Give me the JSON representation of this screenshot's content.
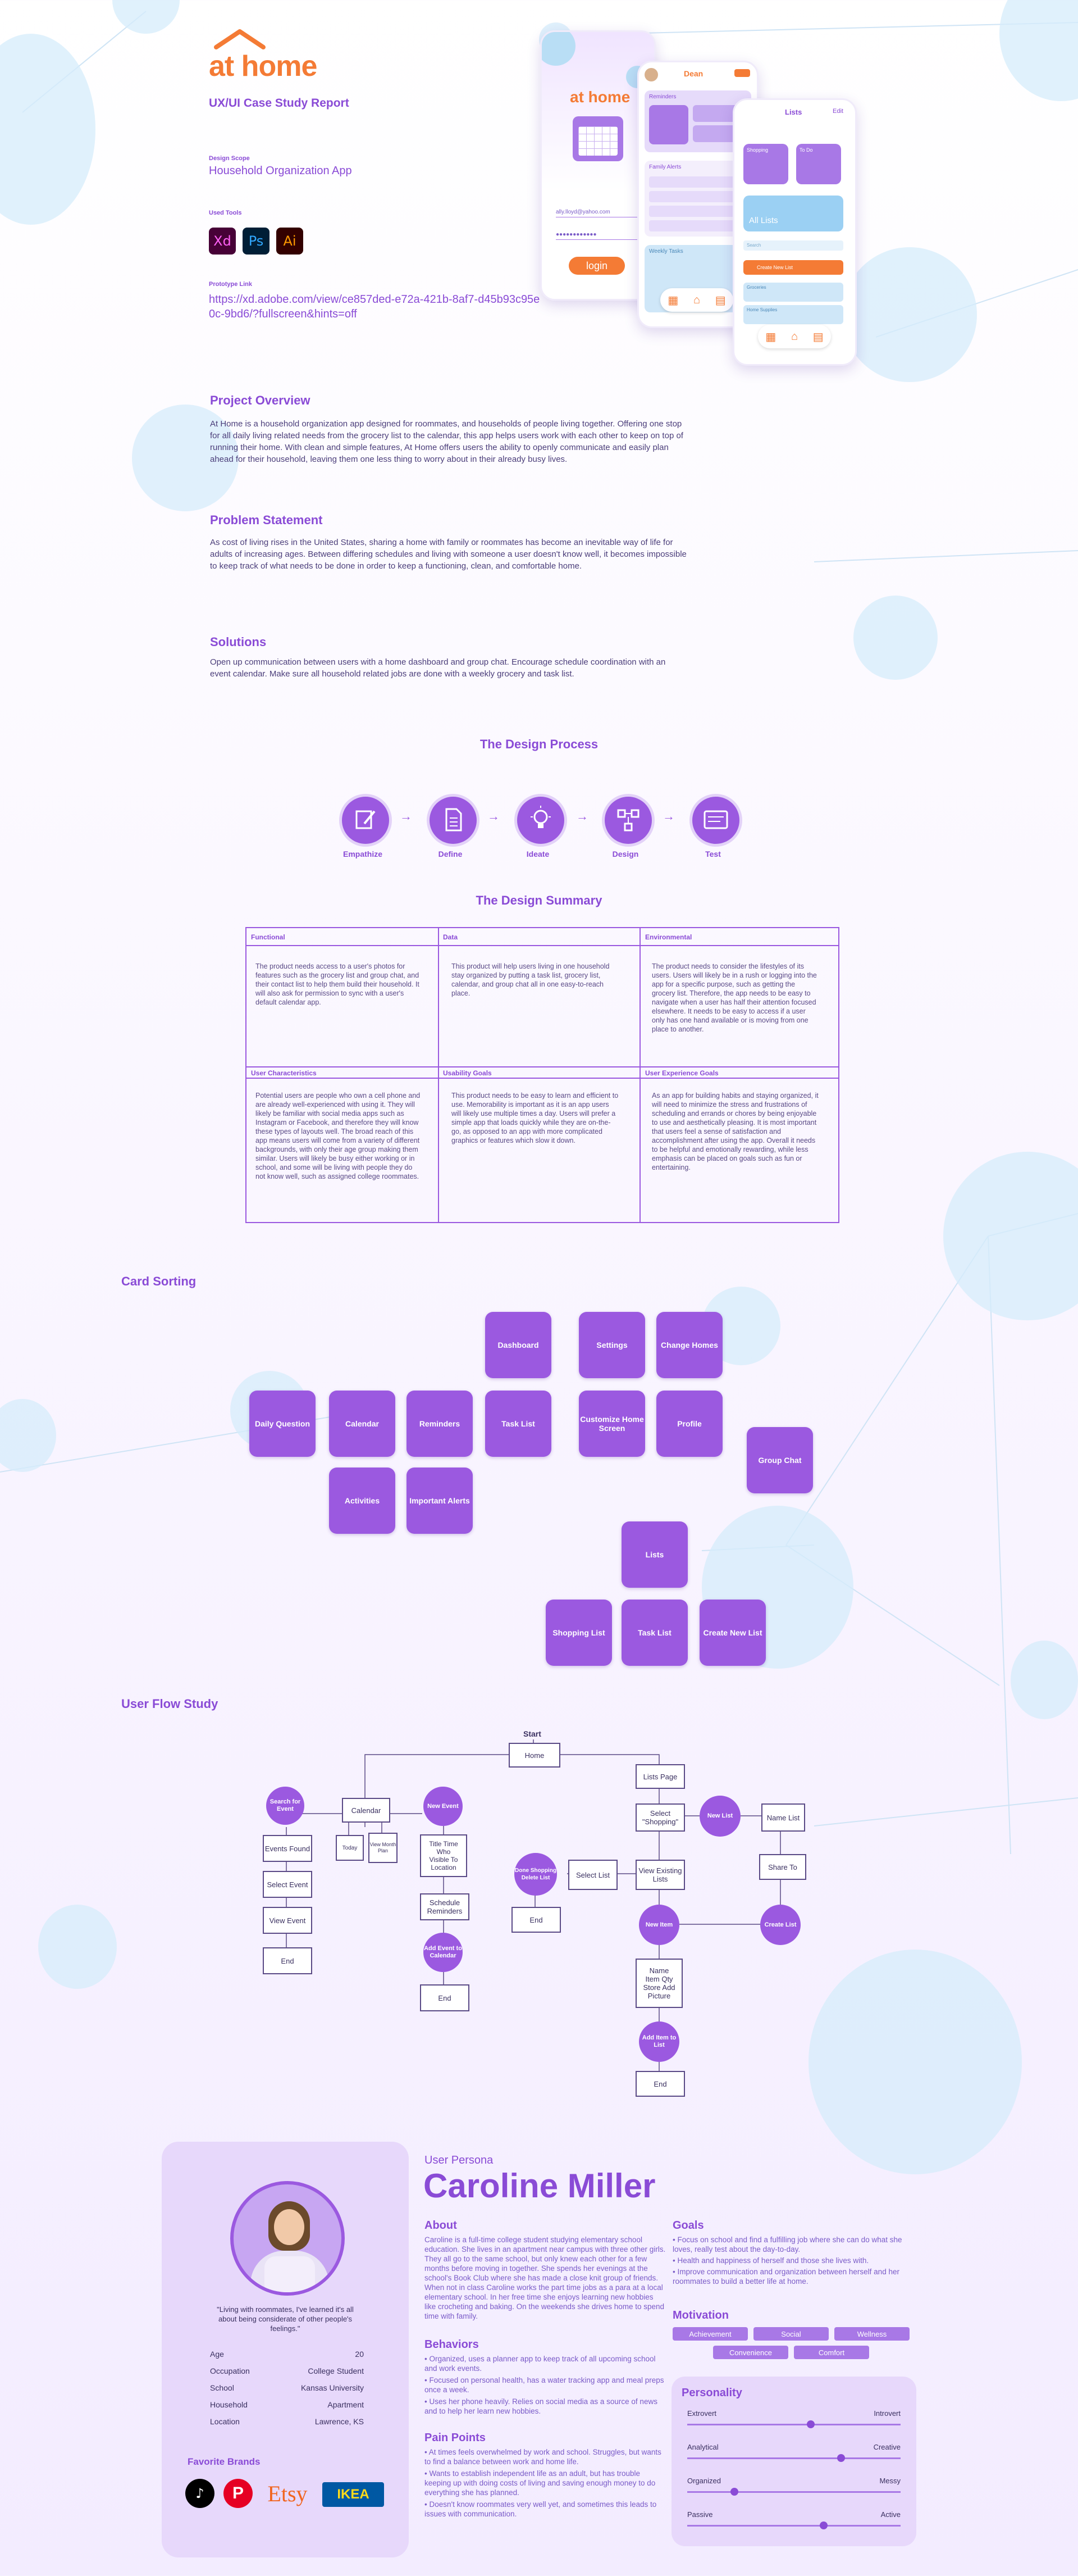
{
  "header": {
    "logo": "at home",
    "subtitle": "UX/UI Case Study Report",
    "design_scope_label": "Design Scope",
    "design_scope_value": "Household Organization App",
    "used_tools_label": "Used Tools",
    "tools": [
      {
        "name": "xd-icon",
        "text": "Xd",
        "color": "#ff61f6",
        "bg": "#470137"
      },
      {
        "name": "ps-icon",
        "text": "Ps",
        "color": "#31a8ff",
        "bg": "#001e36"
      },
      {
        "name": "ai-icon",
        "text": "Ai",
        "color": "#ff9a00",
        "bg": "#330000"
      }
    ],
    "prototype_label": "Prototype Link",
    "prototype_link": "https://xd.adobe.com/view/ce857ded-e72a-421b-8af7-d45b93c95e0c-9bd6/?fullscreen&hints=off"
  },
  "phones": {
    "login": {
      "email": "ally.lloyd@yahoo.com",
      "password": "●●●●●●●●●●●●",
      "button": "login"
    },
    "dash": {
      "user": "Dean",
      "reminders": "Reminders",
      "family": "Family Alerts",
      "weekly": "Weekly Tasks"
    },
    "lists": {
      "title": "Lists",
      "edit": "Edit",
      "shopping": "Shopping",
      "todo": "To Do",
      "all_lists": "All Lists",
      "search": "Search",
      "create": "Create New List",
      "groceries": "Groceries",
      "home_supplies": "Home Supplies"
    }
  },
  "overview": {
    "title": "Project Overview",
    "text": "At Home is a household organization app designed for roommates, and households of people living together. Offering one stop for all daily living related needs from the grocery list to the calendar, this app helps users work with each other to keep on top of running their home. With clean and simple features, At Home offers users the ability to openly communicate and easily plan ahead for their household, leaving them one less thing to worry about in their already busy lives."
  },
  "problem": {
    "title": "Problem Statement",
    "text": "As cost of living rises in the United States, sharing a home with family or roommates has become an inevitable way of life for adults of increasing ages. Between differing schedules and living with someone a user doesn't know well, it becomes impossible to keep track of what needs to be done in order to keep a functioning, clean, and comfortable home."
  },
  "solutions": {
    "title": "Solutions",
    "text": "Open up communication between users with a home dashboard and group chat. Encourage schedule coordination with an event calendar. Make sure all household related jobs are done with a weekly grocery and task list."
  },
  "design_process": {
    "title": "The Design Process",
    "steps": [
      {
        "label": "Empathize",
        "icon": "pencil-icon"
      },
      {
        "label": "Define",
        "icon": "document-icon"
      },
      {
        "label": "Ideate",
        "icon": "lightbulb-icon"
      },
      {
        "label": "Design",
        "icon": "flow-icon"
      },
      {
        "label": "Test",
        "icon": "test-icon"
      }
    ]
  },
  "design_summary": {
    "title": "The Design Summary",
    "cells": [
      {
        "heading": "Functional",
        "text": "The product needs access to a user's photos for features such as the grocery list and group chat, and their contact list to help them build their household. It will also ask for permission to sync with a user's default calendar app."
      },
      {
        "heading": "Data",
        "text": "This product will help users living in one household stay organized by putting a task list, grocery list, calendar, and group chat all in one easy-to-reach place."
      },
      {
        "heading": "Environmental",
        "text": "The product needs to consider the lifestyles of its users. Users will likely be in a rush or logging into the app for a specific purpose, such as getting the grocery list. Therefore, the app needs to be easy to navigate when a user has half their attention focused elsewhere. It needs to be easy to access if a user only has one hand available or is moving from one place to another."
      },
      {
        "heading": "User Characteristics",
        "text": "Potential users are people who own a cell phone and are already well-experienced with using it. They will likely be familiar with social media apps such as Instagram or Facebook, and therefore they will know these types of layouts well. The broad reach of this app means users will come from a variety of different backgrounds, with only their age group making them similar. Users will likely be busy either working or in school, and some will be living with people they do not know well, such as assigned college roommates."
      },
      {
        "heading": "Usability Goals",
        "text": "This product needs to be easy to learn and efficient to use. Memorability is important as it is an app users will likely use multiple times a day. Users will prefer a simple app that loads quickly while they are on-the-go, as opposed to an app with more complicated graphics or features which slow it down."
      },
      {
        "heading": "User Experience Goals",
        "text": "As an app for building habits and staying organized, it will need to minimize the stress and frustrations of scheduling and errands or chores by being enjoyable to use and aesthetically pleasing. It is most important that users feel a sense of satisfaction and accomplishment after using the app. Overall it needs to be helpful and emotionally rewarding, while less emphasis can be placed on goals such as fun or entertaining."
      }
    ]
  },
  "card_sorting": {
    "title": "Card Sorting",
    "cards": [
      "Dashboard",
      "Settings",
      "Change Homes",
      "Daily Question",
      "Calendar",
      "Reminders",
      "Task List",
      "Customize Home Screen",
      "Profile",
      "Group Chat",
      "Activities",
      "Important Alerts",
      "Lists",
      "Shopping List",
      "Task List",
      "Create New List"
    ]
  },
  "user_flow": {
    "title": "User Flow Study",
    "start": "Start",
    "home": "Home",
    "calendar": "Calendar",
    "search_event": "Search for Event",
    "events_found": "Events Found",
    "select_event": "Select Event",
    "view_event": "View Event",
    "end": "End",
    "today": "Today",
    "view_month": "View Month Plan",
    "new_event": "New Event",
    "event_details": "Title Time Who Visible To Location",
    "schedule_reminders": "Schedule Reminders",
    "add_event": "Add Event to Calendar",
    "lists_page": "Lists Page",
    "select_shopping": "Select \"Shopping\"",
    "new_list": "New List",
    "name_list": "Name List",
    "share_to": "Share To",
    "create_list": "Create List",
    "view_existing": "View Existing Lists",
    "select_list": "Select List",
    "done_shopping": "Done Shopping Delete List",
    "new_item": "New Item",
    "item_details": "Name Item Qty Store Add Picture",
    "add_item": "Add Item to List"
  },
  "persona": {
    "label": "User Persona",
    "name": "Caroline Miller",
    "quote": "\"Living with roommates, I've learned it's all about being considerate of other people's feelings.\"",
    "info": [
      {
        "k": "Age",
        "v": "20"
      },
      {
        "k": "Occupation",
        "v": "College Student"
      },
      {
        "k": "School",
        "v": "Kansas University"
      },
      {
        "k": "Household",
        "v": "Apartment"
      },
      {
        "k": "Location",
        "v": "Lawrence, KS"
      }
    ],
    "brands_title": "Favorite Brands",
    "brands": [
      "TikTok",
      "Pinterest",
      "Etsy",
      "IKEA"
    ],
    "about_title": "About",
    "about": "Caroline is a full-time college student studying elementary school education. She lives in an apartment near campus with three other girls. They all go to the same school, but only knew each other for a few months before moving in together. She spends her evenings at the school's Book Club where she has made a close knit group of friends. When not in class Caroline works the part time jobs as a para at a local elementary school. In her free time she enjoys learning new hobbies like crocheting and baking. On the weekends she drives home to spend time with family.",
    "behaviors_title": "Behaviors",
    "behaviors": [
      "Organized, uses a planner app to keep track of all upcoming school and work events.",
      "Focused on personal health, has a water tracking app and meal preps once a week.",
      "Uses her phone heavily. Relies on social media as a source of news and to help her learn new hobbies."
    ],
    "pain_title": "Pain Points",
    "pain": [
      "At times feels overwhelmed by work and school. Struggles, but wants to find a balance between work and home life.",
      "Wants to establish independent life as an adult, but has trouble keeping up with doing costs of living and saving enough money to do everything she has planned.",
      "Doesn't know roommates very well yet, and sometimes this leads to issues with communication."
    ],
    "goals_title": "Goals",
    "goals": [
      "Focus on school and find a fulfilling job where she can do what she loves, really test about the day-to-day.",
      "Health and happiness of herself and those she lives with.",
      "Improve communication and organization between herself and her roommates to build a better life at home."
    ],
    "motivation_title": "Motivation",
    "motivation": [
      "Achievement",
      "Social",
      "Wellness",
      "Convenience",
      "Comfort"
    ],
    "personality_title": "Personality",
    "personality": [
      {
        "left": "Extrovert",
        "right": "Introvert",
        "value": 0.58
      },
      {
        "left": "Analytical",
        "right": "Creative",
        "value": 0.72
      },
      {
        "left": "Organized",
        "right": "Messy",
        "value": 0.22
      },
      {
        "left": "Passive",
        "right": "Active",
        "value": 0.64
      }
    ]
  }
}
